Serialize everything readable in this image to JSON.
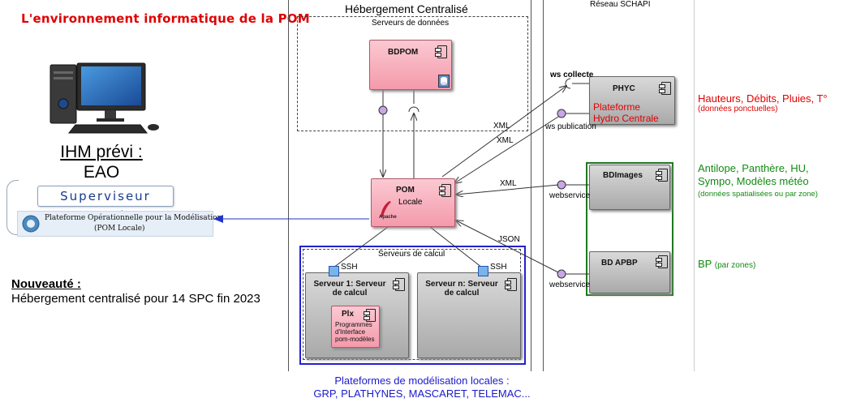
{
  "title": "L'environnement informatique de la POM",
  "ihm": {
    "line1": "IHM prévi :",
    "line2": "EAO"
  },
  "superviseur": "Superviseur Local",
  "plateforme": {
    "line1": "Plateforme Opérationnelle pour la Modélisation",
    "line2": "(POM Locale)"
  },
  "nouveaute": {
    "heading": "Nouveauté :",
    "text": "Hébergement centralisé pour 14 SPC fin 2023"
  },
  "headers": {
    "hebergement": "Hébergement Centralisé",
    "schapi": "Réseau SCHAPI"
  },
  "serveurs_donnees": "Serveurs de données",
  "serveurs_calcul": "Serveurs de calcul",
  "components": {
    "bdpom": "BDPOM",
    "pom_title": "POM",
    "pom_sub": "Locale",
    "apache": "Apache",
    "phyc": "PHYC",
    "phyc_red1": "Plateforme",
    "phyc_red2": "Hydro Centrale",
    "bdimages": "BDImages",
    "bdapbp": "BD APBP",
    "serveur1_l1": "Serveur 1: Serveur",
    "serveur1_l2": "de calcul",
    "serveurn_l1": "Serveur n: Serveur",
    "serveurn_l2": "de calcul",
    "plx_title": "Plx",
    "plx_l1": "Programmes",
    "plx_l2": "d'Interface",
    "plx_l3": "pom-modèles"
  },
  "labels": {
    "ws_collecte": "ws collecte",
    "ws_publication": "ws publication",
    "webservice1": "webservice",
    "webservice2": "webservice",
    "xml1": "XML",
    "xml2": "XML",
    "xml3": "XML",
    "json": "JSON",
    "ssh1": "SSH",
    "ssh2": "SSH"
  },
  "right": {
    "red_main": "Hauteurs, Débits, Pluies, T°",
    "red_sub": "(données ponctuelles)",
    "green_l1": "Antilope, Panthère, HU,",
    "green_l2": "Sympo, Modèles météo",
    "green_sub": "(données spatialisées ou par zone)",
    "bp_main": "BP",
    "bp_sub": "(par zones)"
  },
  "bottom": {
    "line1": "Plateformes de modélisation locales :",
    "line2": "GRP,  PLATHYNES, MASCARET, TELEMAC..."
  },
  "colors": {
    "title_red": "#e00000",
    "component_pink": "#f49aab",
    "component_grey": "#a9a9a9",
    "green": "#138a13",
    "blue": "#1a1acc"
  }
}
